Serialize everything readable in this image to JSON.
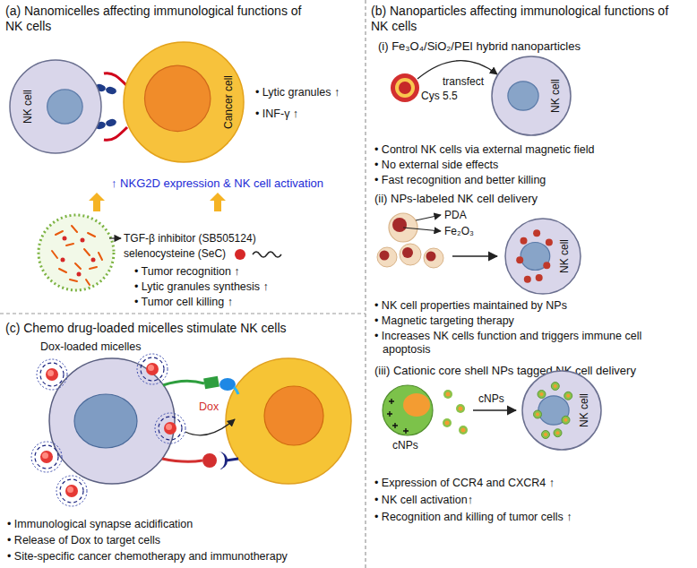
{
  "diagram": {
    "nodes": [
      {
        "text": [
          "NK cell"
        ]
      },
      {
        "text": [
          "Cancer cell"
        ]
      },
      {
        "text": [
          "NK cell"
        ]
      },
      {
        "text": [
          "NK cell"
        ]
      },
      {
        "text": [
          "NK cell"
        ]
      }
    ],
    "labels": [
      "(a) Nanomicelles affecting immunological functions of NK cells",
      "• Lytic granules ↑",
      "• INF-γ ↑",
      "↑ NKG2D expression & NK cell activation",
      "TGF-β inhibitor (SB505124)",
      "selenocysteine (SeC)",
      "• Tumor recognition ↑",
      "• Lytic granules synthesis ↑",
      "• Tumor cell killing ↑",
      "(b) Nanoparticles affecting immunological functions of NK cells",
      "(i) Fe₃O₄/SiO₂/PEI hybrid nanoparticles",
      "Cys 5.5",
      "transfect",
      "• Control NK cells via external magnetic field",
      "• No external side effects",
      "• Fast recognition and better killing",
      "(ii) NPs-labeled NK cell delivery",
      "PDA",
      "Fe₂O₃",
      "• NK cell properties maintained by NPs",
      "• Magnetic targeting therapy",
      "• Increases NK cells function and triggers immune cell apoptosis",
      "(iii) Cationic core shell NPs tagged NK cell delivery",
      "cNPs",
      "cNPs",
      "• Expression of CCR4 and CXCR4 ↑",
      "• NK cell activation↑",
      "• Recognition and killing of tumor cells ↑",
      "(c) Chemo drug-loaded micelles stimulate NK cells",
      "Dox-loaded micelles",
      "Dox",
      "• Immunological synapse acidification",
      "• Release of Dox to target cells",
      "• Site-specific cancer chemotherapy and immunotherapy"
    ]
  }
}
